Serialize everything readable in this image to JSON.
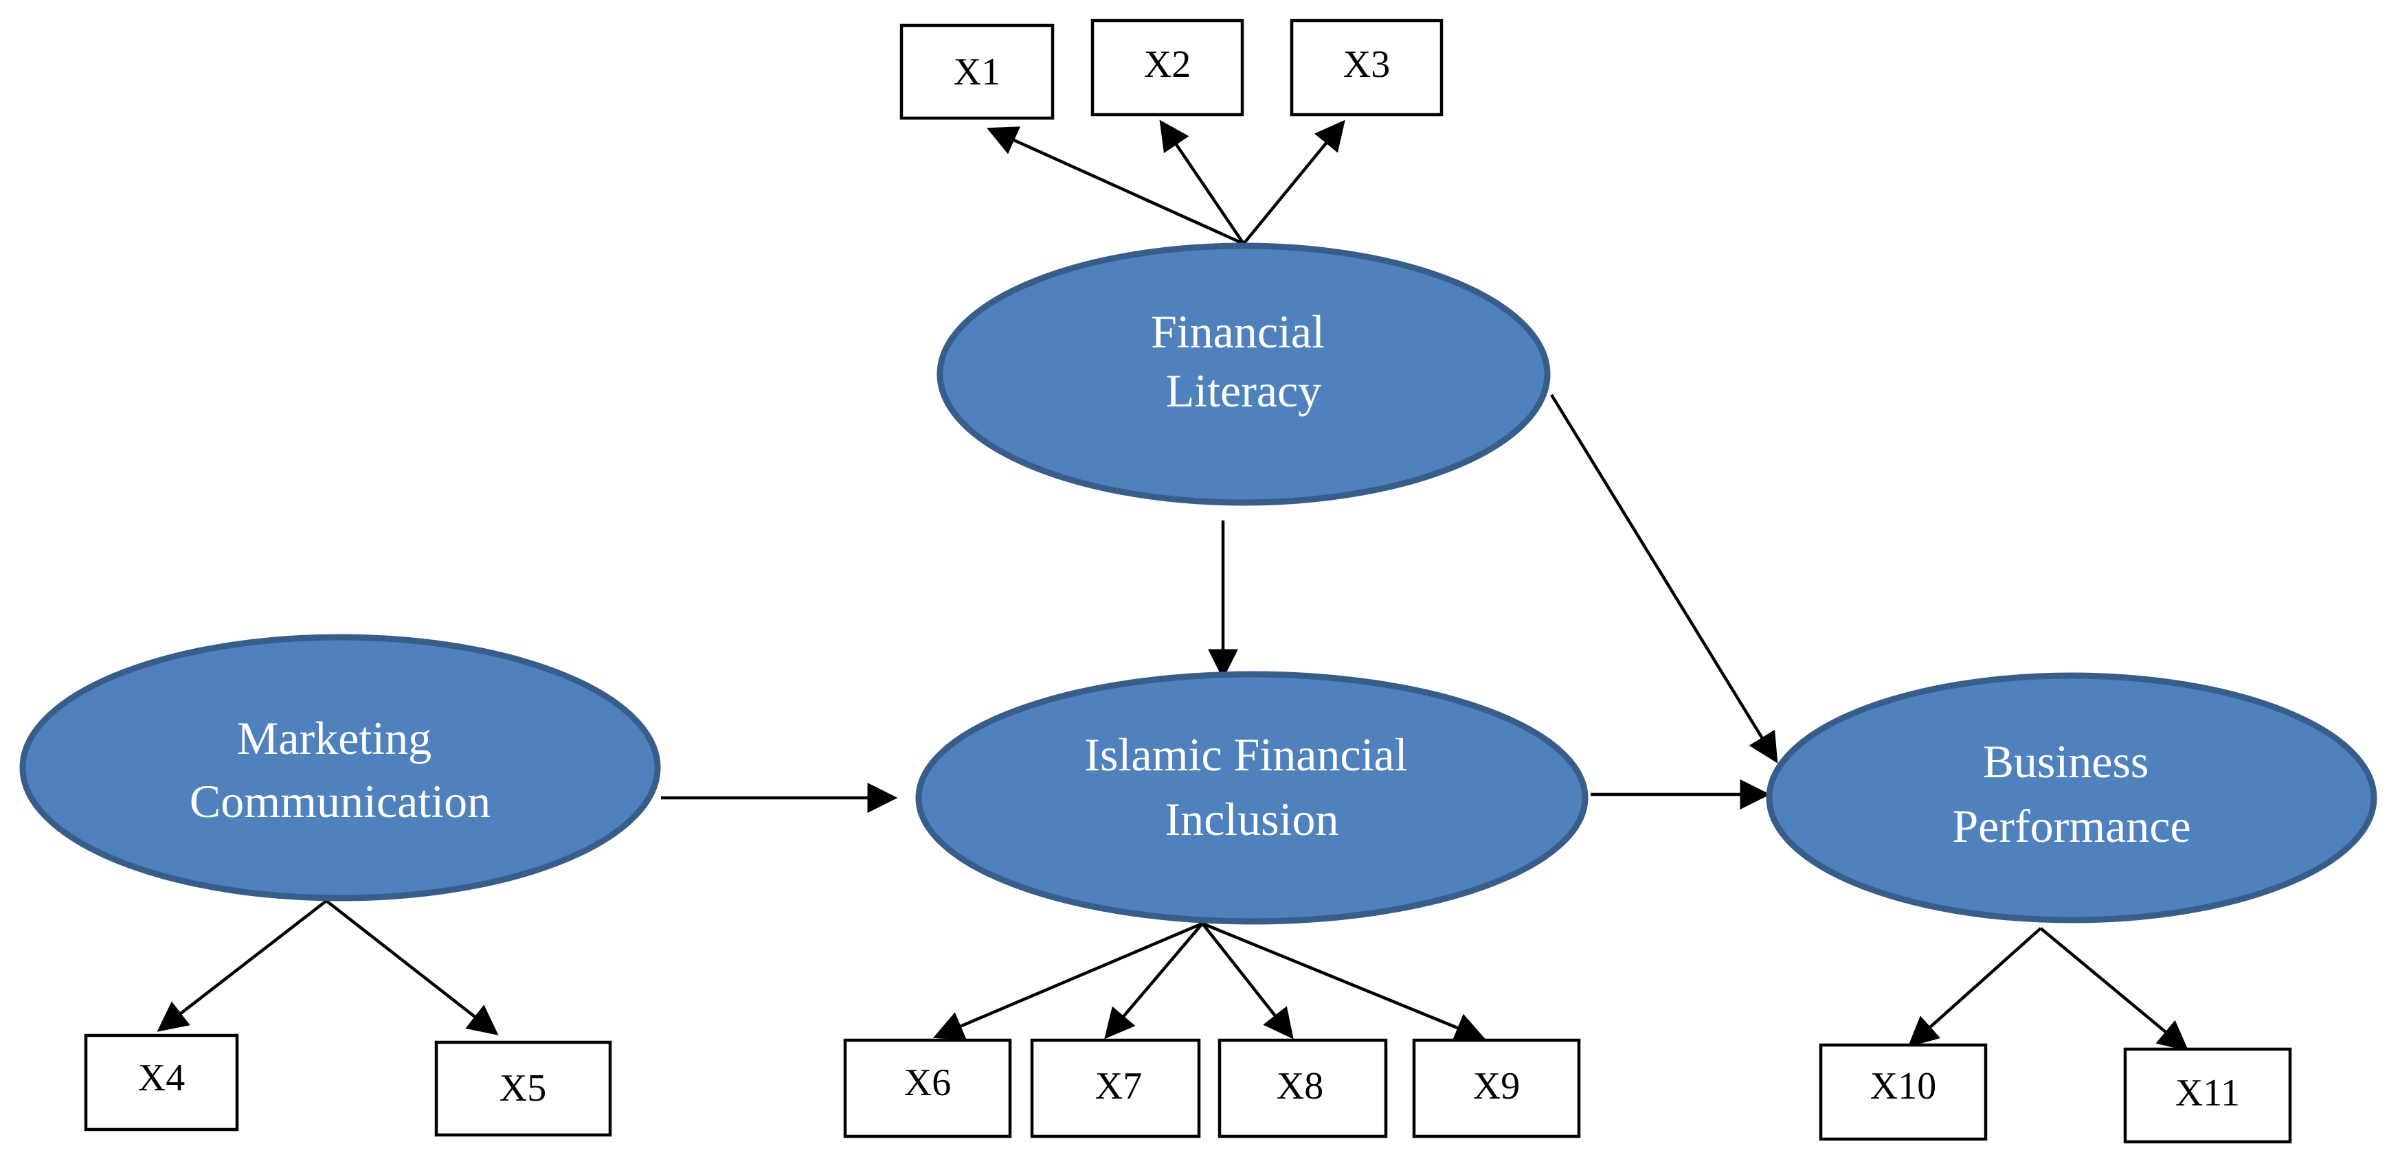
{
  "colors": {
    "construct_fill": "#4f81bd",
    "construct_stroke": "#385d8a",
    "construct_text": "#ffffff",
    "edge": "#000000",
    "indicator_border": "#000000"
  },
  "constructs": {
    "financial_literacy": {
      "lines": [
        "Financial",
        "Literacy"
      ]
    },
    "marketing_communication": {
      "lines": [
        "Marketing",
        "Communication"
      ]
    },
    "islamic_financial_inclusion": {
      "lines": [
        "Islamic Financial",
        "Inclusion"
      ]
    },
    "business_performance": {
      "lines": [
        "Business",
        "Performance"
      ]
    }
  },
  "indicators": {
    "x1": "X1",
    "x2": "X2",
    "x3": "X3",
    "x4": "X4",
    "x5": "X5",
    "x6": "X6",
    "x7": "X7",
    "x8": "X8",
    "x9": "X9",
    "x10": "X10",
    "x11": "X11"
  },
  "paths": [
    {
      "from": "financial_literacy",
      "to": "islamic_financial_inclusion"
    },
    {
      "from": "financial_literacy",
      "to": "business_performance"
    },
    {
      "from": "marketing_communication",
      "to": "islamic_financial_inclusion"
    },
    {
      "from": "islamic_financial_inclusion",
      "to": "business_performance"
    }
  ],
  "loadings": [
    {
      "construct": "financial_literacy",
      "indicator": "x1"
    },
    {
      "construct": "financial_literacy",
      "indicator": "x2"
    },
    {
      "construct": "financial_literacy",
      "indicator": "x3"
    },
    {
      "construct": "marketing_communication",
      "indicator": "x4"
    },
    {
      "construct": "marketing_communication",
      "indicator": "x5"
    },
    {
      "construct": "islamic_financial_inclusion",
      "indicator": "x6"
    },
    {
      "construct": "islamic_financial_inclusion",
      "indicator": "x7"
    },
    {
      "construct": "islamic_financial_inclusion",
      "indicator": "x8"
    },
    {
      "construct": "islamic_financial_inclusion",
      "indicator": "x9"
    },
    {
      "construct": "business_performance",
      "indicator": "x10"
    },
    {
      "construct": "business_performance",
      "indicator": "x11"
    }
  ]
}
